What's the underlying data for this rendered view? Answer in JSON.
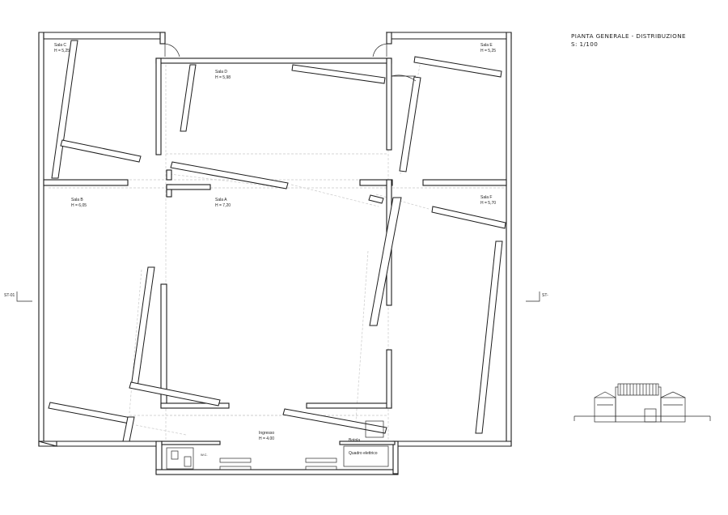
{
  "title": {
    "line1": "PIANTA GENERALE - DISTRIBUZIONE",
    "line2": "S: 1/100"
  },
  "rooms": [
    {
      "name": "Sala C",
      "height": "H = 5,25"
    },
    {
      "name": "Sala D",
      "height": "H = 5,98"
    },
    {
      "name": "Sala E",
      "height": "H = 5,25"
    },
    {
      "name": "Sala B",
      "height": "H = 6,05"
    },
    {
      "name": "Sala A",
      "height": "H = 7,20"
    },
    {
      "name": "Sala F",
      "height": "H = 5,70"
    },
    {
      "name": "Ingresso",
      "height": "H = 4.00"
    }
  ],
  "labels": {
    "wc": "W.C.",
    "botola": "Botola",
    "quadro": "Quadro elettrico"
  },
  "section_marks": {
    "left": "ST-01",
    "right": "ST-"
  }
}
